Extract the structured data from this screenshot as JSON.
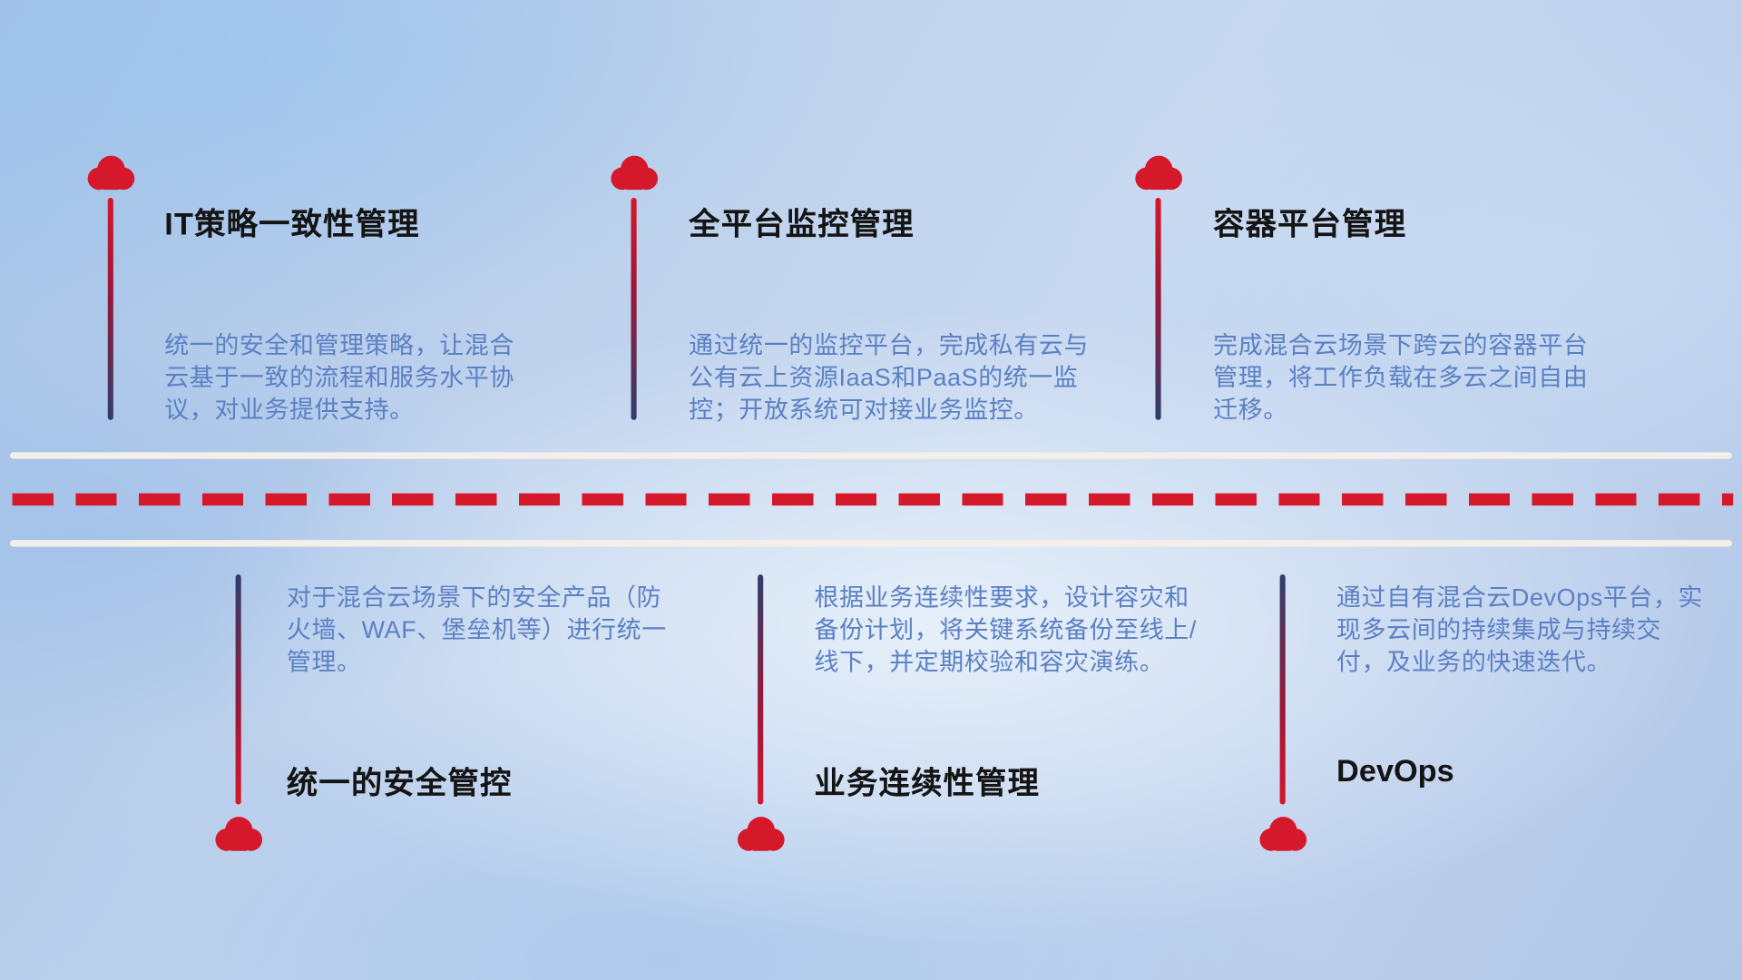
{
  "diagram": {
    "top_items": [
      {
        "title": "IT策略一致性管理",
        "description": "统一的安全和管理策略，让混合云基于一致的流程和服务水平协议，对业务提供支持。"
      },
      {
        "title": "全平台监控管理",
        "description": "通过统一的监控平台，完成私有云与公有云上资源IaaS和PaaS的统一监控；开放系统可对接业务监控。"
      },
      {
        "title": "容器平台管理",
        "description": "完成混合云场景下跨云的容器平台管理，将工作负载在多云之间自由迁移。"
      }
    ],
    "bottom_items": [
      {
        "title": "统一的安全管控",
        "description": "对于混合云场景下的安全产品（防火墙、WAF、堡垒机等）进行统一管理。"
      },
      {
        "title": "业务连续性管理",
        "description": "根据业务连续性要求，设计容灾和备份计划，将关键系统备份至线上/线下，并定期校验和容灾演练。"
      },
      {
        "title": "DevOps",
        "description": "通过自有混合云DevOps平台，实现多云间的持续集成与持续交付，及业务的快速迭代。"
      }
    ],
    "colors": {
      "cloud_red": "#d6182b",
      "stem_navy": "#2e3f6e",
      "timeline_dash_red": "#d6182b",
      "timeline_line_white": "#f4efe8",
      "description_text": "#5b80c4",
      "title_text": "#141414"
    }
  }
}
